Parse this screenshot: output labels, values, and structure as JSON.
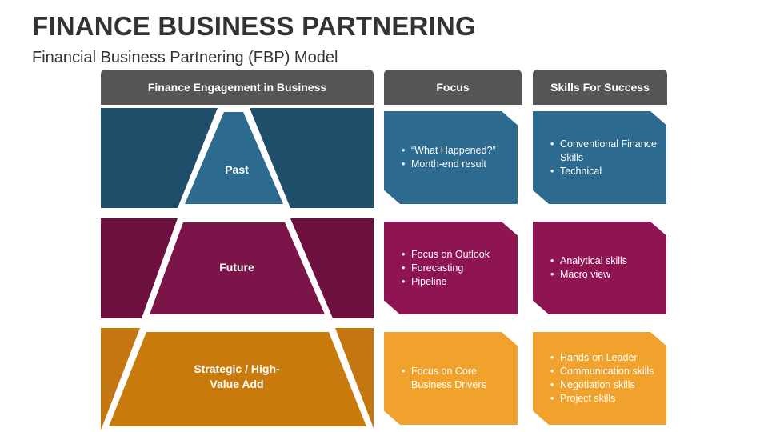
{
  "title": "FINANCE BUSINESS PARTNERING",
  "subtitle": "Financial Business Partnering (FBP) Model",
  "headers": {
    "engagement": "Finance Engagement in Business",
    "focus": "Focus",
    "skills": "Skills For Success"
  },
  "colors": {
    "header": "#555555",
    "past_band": "#1f4e6a",
    "past_inner": "#2c6a90",
    "past_card": "#2c6a90",
    "future_band": "#6d1040",
    "future_inner": "#7a1449",
    "future_card": "#8e1552",
    "strategic_band": "#c47610",
    "strategic_inner": "#c87a0c",
    "strategic_card": "#f0a22c"
  },
  "levels": [
    {
      "label": "Past",
      "focus": [
        "“What Happened?”",
        "Month-end result"
      ],
      "skills": [
        "Conventional Finance Skills",
        "Technical"
      ]
    },
    {
      "label": "Future",
      "focus": [
        "Focus on Outlook",
        "Forecasting",
        "Pipeline"
      ],
      "skills": [
        "Analytical skills",
        "Macro view"
      ]
    },
    {
      "label": "Strategic / High-Value Add",
      "focus": [
        "Focus on Core Business Drivers"
      ],
      "skills": [
        "Hands-on Leader",
        "Communication skills",
        "Negotiation skills",
        "Project skills"
      ]
    }
  ]
}
